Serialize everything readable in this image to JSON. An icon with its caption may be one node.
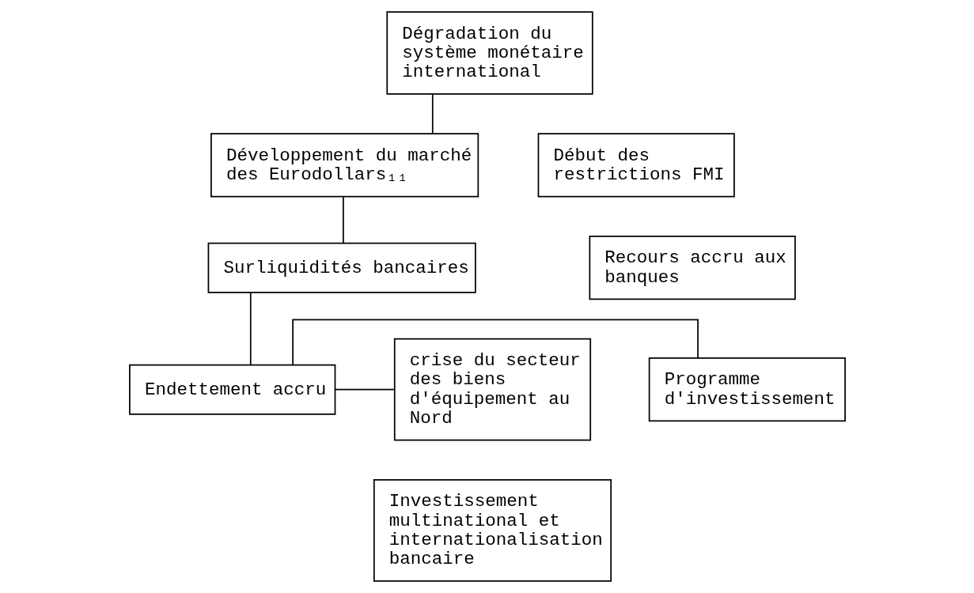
{
  "diagram": {
    "nodes": [
      {
        "text": [
          "Dégradation du système monétaire international"
        ]
      },
      {
        "text": [
          "Début des restrictions FMI"
        ]
      },
      {
        "text": [
          "Développement du marché des Eurodollars₁₁"
        ]
      },
      {
        "text": [
          "Recours accru aux banques"
        ]
      },
      {
        "text": [
          "Surliquidités bancaires"
        ]
      },
      {
        "text": [
          "Programme d'investissement"
        ]
      },
      {
        "text": [
          "Endettement accru"
        ]
      },
      {
        "text": [
          "crise du secteur des biens d'équipement au Nord"
        ]
      },
      {
        "text": [
          "Investissement multinational et internationalisation bancaire"
        ]
      }
    ],
    "edges": [
      {
        "from": 0,
        "to": 2,
        "arrow": "none"
      },
      {
        "from": 2,
        "to": 4,
        "arrow": "none"
      },
      {
        "from": 4,
        "to": 6,
        "arrow": "none"
      },
      {
        "from": 6,
        "to": 5,
        "arrow": "none"
      },
      {
        "from": 6,
        "to": 7,
        "arrow": "none"
      }
    ]
  }
}
